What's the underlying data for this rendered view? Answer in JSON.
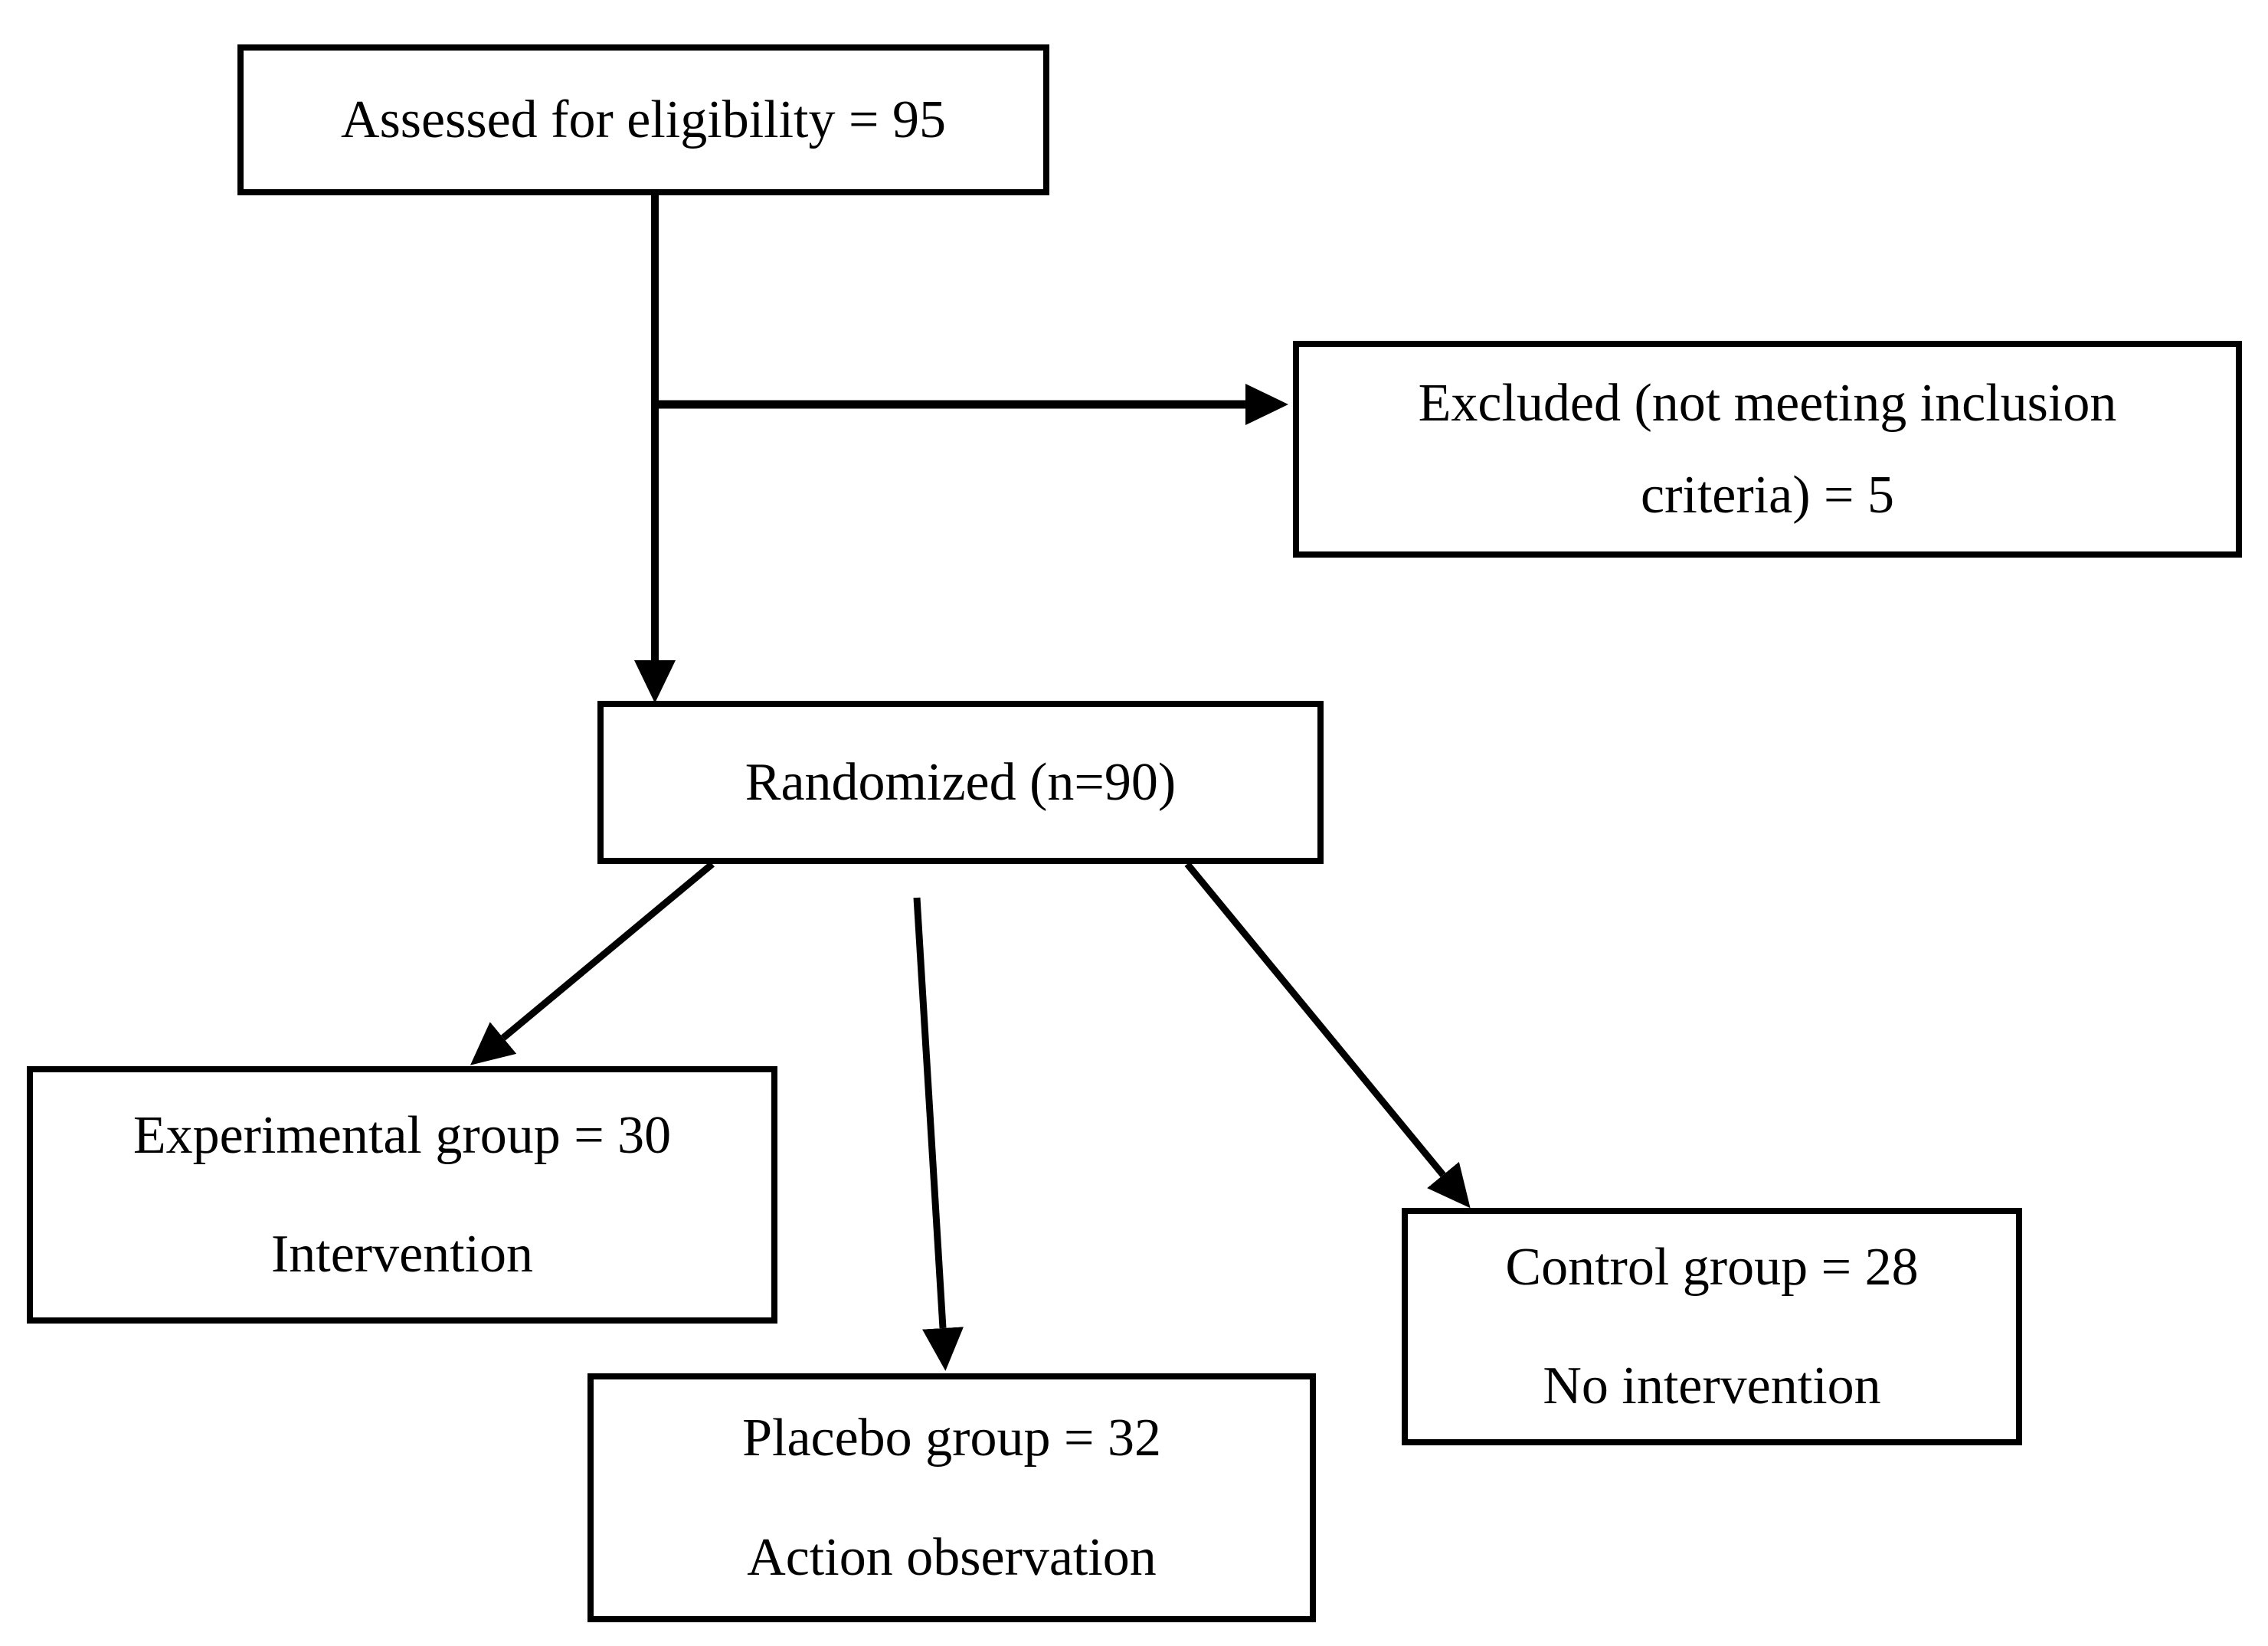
{
  "diagram": {
    "type": "flowchart",
    "colors": {
      "background": "#ffffff",
      "box_border": "#000000",
      "arrow": "#000000",
      "text": "#000000"
    },
    "boxes": {
      "assessed": {
        "text": "Assessed for eligibility = 95"
      },
      "excluded": {
        "line1": "Excluded (not meeting inclusion",
        "line2": "criteria) = 5"
      },
      "randomized": {
        "text": "Randomized (n=90)"
      },
      "experimental": {
        "line1": "Experimental group = 30",
        "line2": "Intervention"
      },
      "placebo": {
        "line1": "Placebo group = 32",
        "line2": "Action observation"
      },
      "control": {
        "line1": "Control group = 28",
        "line2": "No intervention"
      }
    },
    "flows": [
      {
        "from": "assessed",
        "to": "excluded"
      },
      {
        "from": "assessed",
        "to": "randomized"
      },
      {
        "from": "randomized",
        "to": "experimental"
      },
      {
        "from": "randomized",
        "to": "placebo"
      },
      {
        "from": "randomized",
        "to": "control"
      }
    ]
  }
}
